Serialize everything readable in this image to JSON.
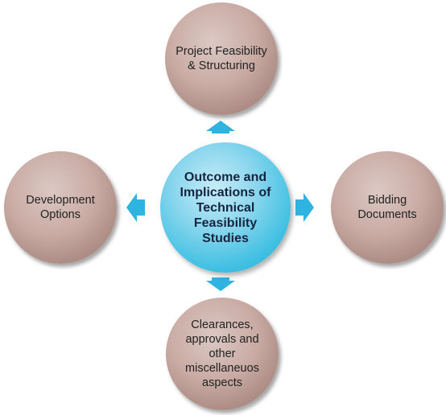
{
  "center": {
    "label": "Outcome and\nImplications of\nTechnical\nFeasibility\nStudies"
  },
  "nodes": {
    "top": {
      "label": "Project Feasibility\n& Structuring"
    },
    "left": {
      "label": "Development\nOptions"
    },
    "right": {
      "label": "Bidding\nDocuments"
    },
    "bottom": {
      "label": "Clearances,\napprovals and\nother\nmiscellaneuos\naspects"
    }
  },
  "colors": {
    "arrow": "#2fb3e0",
    "center_fill": "#5cc8e8",
    "node_fill": "#c4a49d"
  }
}
